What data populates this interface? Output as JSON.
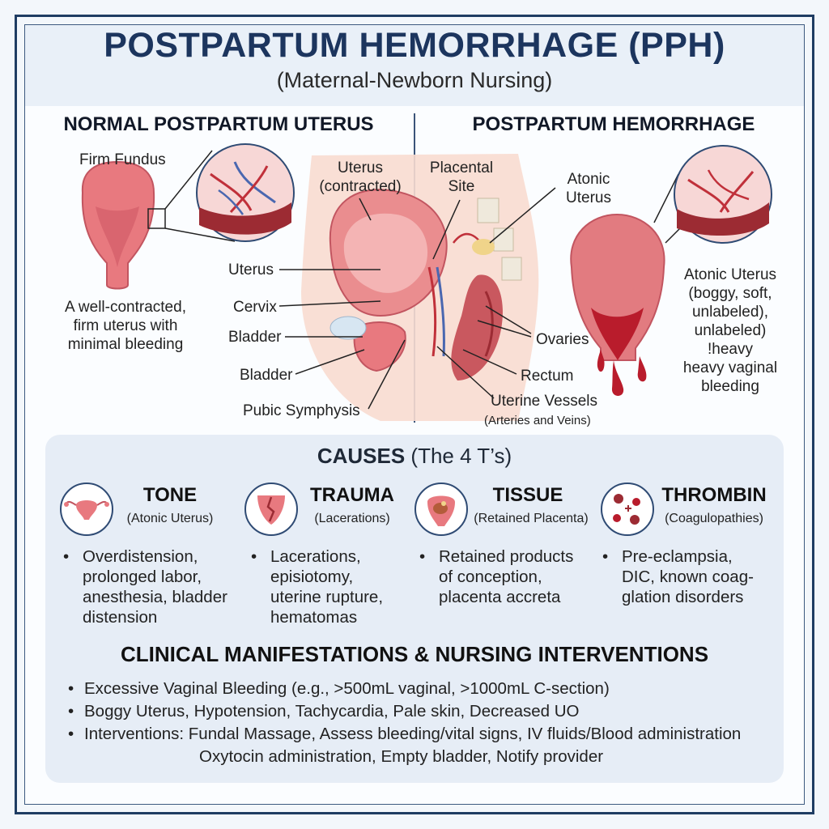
{
  "header": {
    "title": "POSTPARTUM HEMORRHAGE (PPH)",
    "subtitle": "(Maternal-Newborn Nursing)"
  },
  "left_panel": {
    "heading": "NORMAL POSTPARTUM UTERUS",
    "firm_fundus": "Firm Fundus",
    "caption": [
      "A well-contracted,",
      "firm uterus with",
      "minimal bleeding"
    ],
    "labels": {
      "uterus_contracted": [
        "Uterus",
        "(contracted)"
      ],
      "uterus": "Uterus",
      "cervix": "Cervix",
      "bladder_1": "Bladder",
      "bladder_2": "Bladder",
      "pubic_symphysis": "Pubic Symphysis"
    }
  },
  "right_panel": {
    "heading": "POSTPARTUM HEMORRHAGE",
    "labels": {
      "placental_site": [
        "Placental",
        "Site"
      ],
      "atonic_uterus_top": [
        "Atonic",
        "Uterus"
      ],
      "ovaries": "Ovaries",
      "rectum": "Rectum",
      "uterine_vessels": "Uterine Vessels",
      "uterine_vessels_sub": "(Arteries and Veins)"
    },
    "caption": [
      "Atonic Uterus",
      "(boggy, soft,",
      "unlabeled),",
      "unlabeled)",
      "!heavy",
      "heavy vaginal",
      "bleeding"
    ]
  },
  "causes": {
    "title_bold": "CAUSES",
    "title_rest": " (The 4 T’s)",
    "items": [
      {
        "name": "TONE",
        "sub": "(Atonic Uterus)",
        "icon": "uterus-icon",
        "lines": [
          "Overdistension,",
          "prolonged labor,",
          "anesthesia, bladder",
          "distension"
        ]
      },
      {
        "name": "TRAUMA",
        "sub": "(Lacerations)",
        "icon": "laceration-icon",
        "lines": [
          "Lacerations,",
          "episiotomy,",
          "uterine rupture,",
          "hematomas"
        ]
      },
      {
        "name": "TISSUE",
        "sub": "(Retained Placenta)",
        "icon": "placenta-icon",
        "lines": [
          "Retained products",
          "of conception,",
          "placenta accreta"
        ]
      },
      {
        "name": "THROMBIN",
        "sub": "(Coagulopathies)",
        "icon": "blood-cells-icon",
        "lines": [
          "Pre-eclampsia,",
          "DIC, known coag-",
          "glation disorders"
        ]
      }
    ]
  },
  "clinical": {
    "title": "CLINICAL MANIFESTATIONS & NURSING INTERVENTIONS",
    "items": [
      "Excessive Vaginal Bleeding (e.g., >500mL vaginal, >1000mL C-section)",
      "Boggy Uterus, Hypotension, Tachycardia, Pale skin, Decreased UO",
      "Interventions: Fundal Massage, Assess bleeding/vital signs, IV fluids/Blood administration"
    ],
    "continuation": "Oxytocin administration, Empty bladder, Notify provider"
  },
  "colors": {
    "navy": "#1c355e",
    "tissue_pink": "#e8797f",
    "blood_red": "#b91c2c",
    "vein_blue": "#4a67b0"
  }
}
